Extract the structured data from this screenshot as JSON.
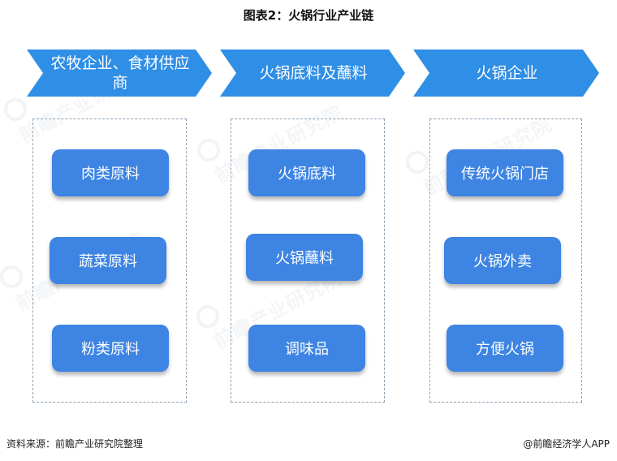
{
  "title": "图表2：火锅行业产业链",
  "header_arrows": [
    {
      "label": "农牧企业、食材供应商"
    },
    {
      "label": "火锅底料及蘸料"
    },
    {
      "label": "火锅企业"
    }
  ],
  "columns": [
    {
      "items": [
        "肉类原料",
        "蔬菜原料",
        "粉类原料"
      ]
    },
    {
      "items": [
        "火锅底料",
        "火锅蘸料",
        "调味品"
      ]
    },
    {
      "items": [
        "传统火锅门店",
        "火锅外卖",
        "方便火锅"
      ]
    }
  ],
  "footer": {
    "source": "资料来源：前瞻产业研究院整理",
    "brand": "@前瞻经济学人APP"
  },
  "watermarks": [
    "前瞻产业研究院",
    "前瞻产业研究院",
    "前瞻产业研究院",
    "前瞻产业研究院",
    "前瞻产业研究院"
  ]
}
